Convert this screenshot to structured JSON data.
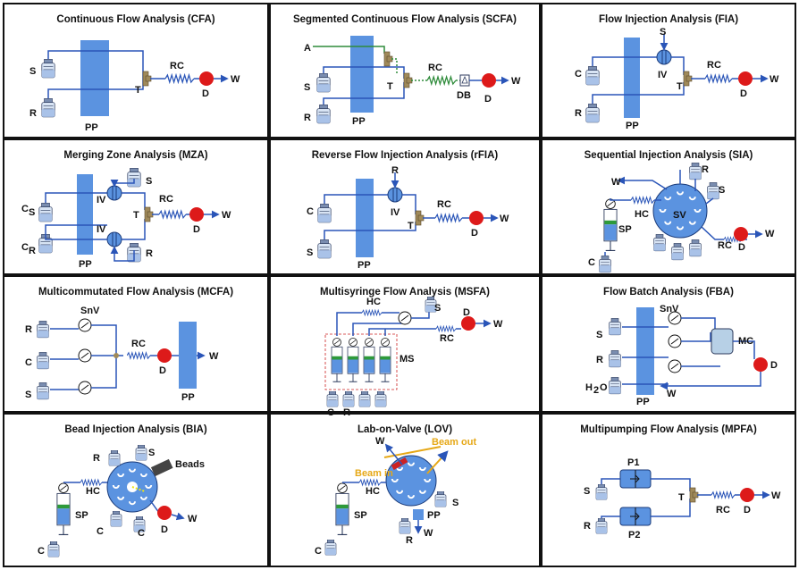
{
  "panels": [
    {
      "id": "cfa",
      "title": "Continuous Flow Analysis (CFA)",
      "labels": {
        "s": "S",
        "r": "R",
        "pp": "PP",
        "t": "T",
        "rc": "RC",
        "d": "D",
        "w": "W"
      }
    },
    {
      "id": "scfa",
      "title": "Segmented Continuous Flow Analysis (SCFA)",
      "labels": {
        "a": "A",
        "s": "S",
        "r": "R",
        "pp": "PP",
        "t": "T",
        "rc": "RC",
        "db": "DB",
        "d": "D",
        "w": "W"
      }
    },
    {
      "id": "fia",
      "title": "Flow Injection Analysis (FIA)",
      "labels": {
        "s": "S",
        "c": "C",
        "r": "R",
        "iv": "IV",
        "pp": "PP",
        "t": "T",
        "rc": "RC",
        "d": "D",
        "w": "W"
      }
    },
    {
      "id": "mza",
      "title": "Merging Zone Analysis (MZA)",
      "labels": {
        "cs": "C",
        "cs_sub": "S",
        "cr": "C",
        "cr_sub": "R",
        "s": "S",
        "r": "R",
        "iv1": "IV",
        "iv2": "IV",
        "pp": "PP",
        "t": "T",
        "rc": "RC",
        "d": "D",
        "w": "W"
      }
    },
    {
      "id": "rfia",
      "title": "Reverse Flow Injection Analysis (rFIA)",
      "labels": {
        "r": "R",
        "c": "C",
        "s": "S",
        "iv": "IV",
        "pp": "PP",
        "t": "T",
        "rc": "RC",
        "d": "D",
        "w": "W"
      }
    },
    {
      "id": "sia",
      "title": "Sequential Injection Analysis (SIA)",
      "labels": {
        "w1": "W",
        "r": "R",
        "s": "S",
        "hc": "HC",
        "sv": "SV",
        "sp": "SP",
        "rc": "RC",
        "d": "D",
        "w2": "W",
        "c": "C"
      }
    },
    {
      "id": "mcfa",
      "title": "Multicommutated Flow Analysis (MCFA)",
      "labels": {
        "snv": "SnV",
        "r": "R",
        "c": "C",
        "s": "S",
        "rc": "RC",
        "d": "D",
        "w": "W",
        "pp": "PP"
      }
    },
    {
      "id": "msfa",
      "title": "Multisyringe Flow  Analysis (MSFA)",
      "labels": {
        "hc": "HC",
        "s": "S",
        "d": "D",
        "w": "W",
        "rc": "RC",
        "ms": "MS",
        "c": "C",
        "r": "R"
      }
    },
    {
      "id": "fba",
      "title": "Flow Batch Analysis (FBA)",
      "labels": {
        "snv": "SnV",
        "s": "S",
        "r": "R",
        "h2o": "H",
        "h2o_sub": "2",
        "h2o_o": "O",
        "mc": "MC",
        "d": "D",
        "pp": "PP",
        "w": "W"
      }
    },
    {
      "id": "bia",
      "title": "Bead Injection Analysis (BIA)",
      "labels": {
        "r": "R",
        "s": "S",
        "beads": "Beads",
        "hc": "HC",
        "sp": "SP",
        "d": "D",
        "w": "W",
        "c1": "C",
        "c2": "C",
        "c3": "C"
      }
    },
    {
      "id": "lov",
      "title": "Lab-on-Valve (LOV)",
      "labels": {
        "w1": "W",
        "beam_out": "Beam out",
        "beam_in": "Beam in",
        "hc": "HC",
        "sp": "SP",
        "s": "S",
        "pp": "PP",
        "w2": "W",
        "r": "R",
        "c": "C"
      }
    },
    {
      "id": "mpfa",
      "title": "Multipumping Flow Analysis (MPFA)",
      "labels": {
        "p1": "P1",
        "p2": "P2",
        "s": "S",
        "r": "R",
        "t": "T",
        "rc": "RC",
        "d": "D",
        "w": "W"
      }
    }
  ],
  "colors": {
    "line": "#2a55b8",
    "pump": "#5b93e0",
    "detector": "#dd1a1a",
    "segmented": "#2e8b3a",
    "beam": "#e6a817",
    "beads": "#444444"
  }
}
